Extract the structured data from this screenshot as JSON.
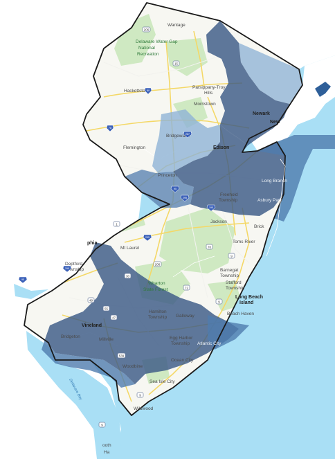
{
  "colors": {
    "water": "#a9dff5",
    "land": "#f7f7f2",
    "park": "#cfe9c2",
    "state_outline": "#1a1a1a",
    "district_dark": "#3c5a86",
    "district_mid": "#5f86b3",
    "district_light": "#8fb3d6"
  },
  "places": {
    "wantage": "Wantage",
    "hackettstown": "Hackettstown",
    "parsippany": "Parsippany-Troy",
    "hills": "Hills",
    "morristown": "Morristown",
    "newark": "Newark",
    "new_york": "New",
    "bridgewater": "Bridgewater",
    "flemington": "Flemington",
    "edison": "Edison",
    "princeton": "Princeton",
    "long_branch": "Long Branch",
    "freehold": "Freehold",
    "township": "Township",
    "asbury_park": "Asbury Park",
    "jackson": "Jackson",
    "brick": "Brick",
    "philadelphia": "phia",
    "mt_laurel": "Mt Laurel",
    "toms_river": "Toms River",
    "deptford": "Deptford",
    "deptford_twp": "Township",
    "wharton": "Wharton",
    "state_forest": "State Forest",
    "barnegat": "Barnegat",
    "barnegat_twp": "Township",
    "stafford": "Stafford",
    "stafford_twp": "Township",
    "long_beach": "Long Beach",
    "island": "Island",
    "beach_haven": "Beach Haven",
    "vineland": "Vineland",
    "hamilton": "Hamilton",
    "hamilton_twp": "Township",
    "galloway": "Galloway",
    "bridgeton": "Bridgeton",
    "millville": "Millville",
    "egg_harbor": "Egg Harbor",
    "egg_harbor_twp": "Township",
    "atlantic_city": "Atlantic City",
    "ocean_city": "Ocean City",
    "woodbine": "Woodbine",
    "sea_isle": "Sea Isle City",
    "wildwood": "Wildwood",
    "bottom": "ooth",
    "bottom2": "Ha"
  },
  "parks": {
    "delaware_1": "Delaware Water Gap",
    "delaware_2": "National",
    "delaware_3": "Recreation"
  },
  "water_labels": {
    "delaware_bay": "Delaware Bay"
  },
  "shields": {
    "s206": "206",
    "s15": "15",
    "s80": "80",
    "s78": "78",
    "s287": "287",
    "s295": "295",
    "s195": "195",
    "s9": "9",
    "s70": "70",
    "s30": "30",
    "s55": "55",
    "s47": "47",
    "s49": "49",
    "s72": "72",
    "s539": "539",
    "s1": "1",
    "s95": "95",
    "s676": "676"
  }
}
